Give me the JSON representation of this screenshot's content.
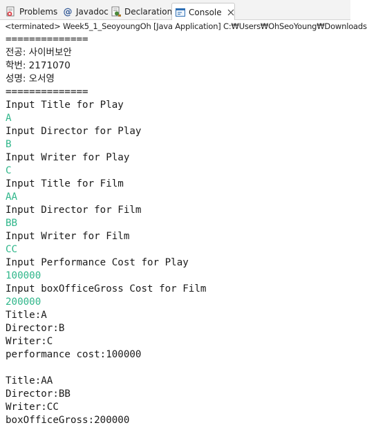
{
  "tabs": [
    {
      "label": "Problems",
      "icon": "problems-icon"
    },
    {
      "label": "Javadoc",
      "icon": "javadoc-at-icon"
    },
    {
      "label": "Declaration",
      "icon": "declaration-icon"
    },
    {
      "label": "Console",
      "icon": "console-icon",
      "active": true
    }
  ],
  "status_line": "<terminated> Week5_1_SeoyoungOh [Java Application] C:₩Users₩OhSeoYoung₩Downloads",
  "console": {
    "input_color": "#2fb68a",
    "lines": [
      {
        "text": "=============="
      },
      {
        "text": "전공: 사이버보안"
      },
      {
        "text": "학번: 2171070"
      },
      {
        "text": "성명: 오서영"
      },
      {
        "text": "=============="
      },
      {
        "text": "Input Title for Play"
      },
      {
        "text": "A",
        "input": true
      },
      {
        "text": "Input Director for Play"
      },
      {
        "text": "B",
        "input": true
      },
      {
        "text": "Input Writer for Play"
      },
      {
        "text": "C",
        "input": true
      },
      {
        "text": "Input Title for Film"
      },
      {
        "text": "AA",
        "input": true
      },
      {
        "text": "Input Director for Film"
      },
      {
        "text": "BB",
        "input": true
      },
      {
        "text": "Input Writer for Film"
      },
      {
        "text": "CC",
        "input": true
      },
      {
        "text": "Input Performance Cost for Play"
      },
      {
        "text": "100000",
        "input": true
      },
      {
        "text": "Input boxOfficeGross Cost for Film"
      },
      {
        "text": "200000",
        "input": true
      },
      {
        "text": "Title:A"
      },
      {
        "text": "Director:B"
      },
      {
        "text": "Writer:C"
      },
      {
        "text": "performance cost:100000"
      },
      {
        "text": ""
      },
      {
        "text": "Title:AA"
      },
      {
        "text": "Director:BB"
      },
      {
        "text": "Writer:CC"
      },
      {
        "text": "boxOfficeGross:200000"
      }
    ]
  }
}
